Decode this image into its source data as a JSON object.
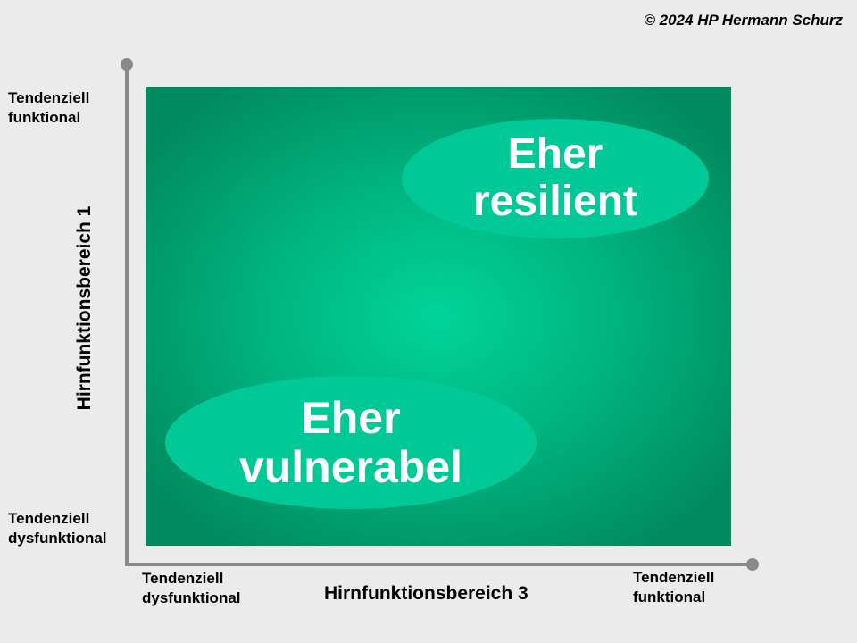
{
  "copyright": "© 2024 HP Hermann Schurz",
  "y_axis": {
    "title": "Hirnfunktionsbereich 1",
    "top_label": [
      "Tendenziell",
      "funktional"
    ],
    "bottom_label": [
      "Tendenziell",
      "dysfunktional"
    ]
  },
  "x_axis": {
    "title": "Hirnfunktionsbereich 3",
    "left_label": [
      "Tendenziell",
      "dysfunktional"
    ],
    "right_label": [
      "Tendenziell",
      "funktional"
    ]
  },
  "regions": {
    "resilient": [
      "Eher",
      "resilient"
    ],
    "vulnerabel": [
      "Eher",
      "vulnerabel"
    ]
  },
  "colors": {
    "background": "#ebebeb",
    "quadrant_center": "#00d49a",
    "quadrant_edge": "#008a5d",
    "ellipse": "#00c896",
    "axis": "#8a8a8a",
    "ellipse_text": "#ffffff"
  }
}
